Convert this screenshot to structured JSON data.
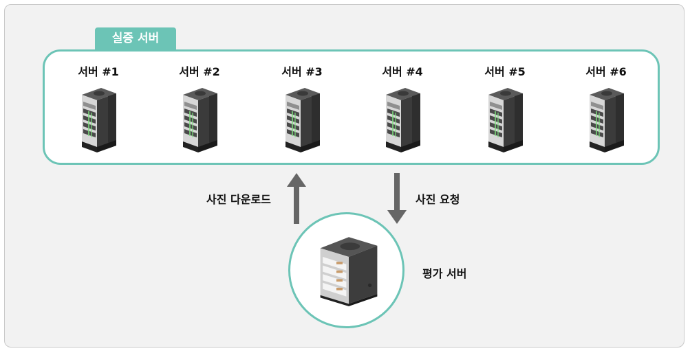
{
  "group": {
    "title": "실증 서버"
  },
  "servers": [
    {
      "label": "서버 #1"
    },
    {
      "label": "서버 #2"
    },
    {
      "label": "서버 #3"
    },
    {
      "label": "서버 #4"
    },
    {
      "label": "서버 #5"
    },
    {
      "label": "서버 #6"
    }
  ],
  "flows": {
    "upload_label": "사진 다운로드",
    "request_label": "사진 요청"
  },
  "eval_server": {
    "label": "평가 서버"
  },
  "colors": {
    "accent": "#6cc4b6",
    "arrow": "#666666",
    "frame_bg": "#f2f2f2"
  },
  "icons": {
    "server": "server-rack-icon",
    "arrow_up": "arrow-up-icon",
    "arrow_down": "arrow-down-icon"
  }
}
